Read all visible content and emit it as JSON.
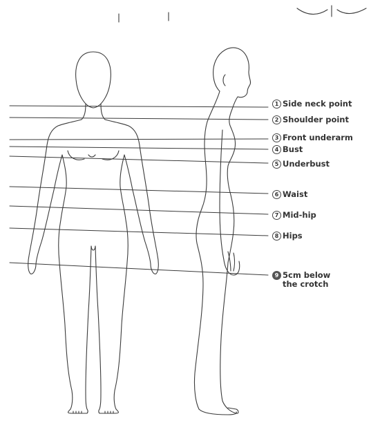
{
  "landmarks": [
    {
      "number": "1",
      "label": "Side neck point"
    },
    {
      "number": "2",
      "label": "Shoulder point"
    },
    {
      "number": "3",
      "label": "Front underarm"
    },
    {
      "number": "4",
      "label": "Bust"
    },
    {
      "number": "5",
      "label": "Underbust"
    },
    {
      "number": "6",
      "label": "Waist"
    },
    {
      "number": "7",
      "label": "Mid-hip"
    },
    {
      "number": "8",
      "label": "Hips"
    },
    {
      "number": "9",
      "label": "5cm below",
      "label_line2": "the crotch"
    }
  ]
}
